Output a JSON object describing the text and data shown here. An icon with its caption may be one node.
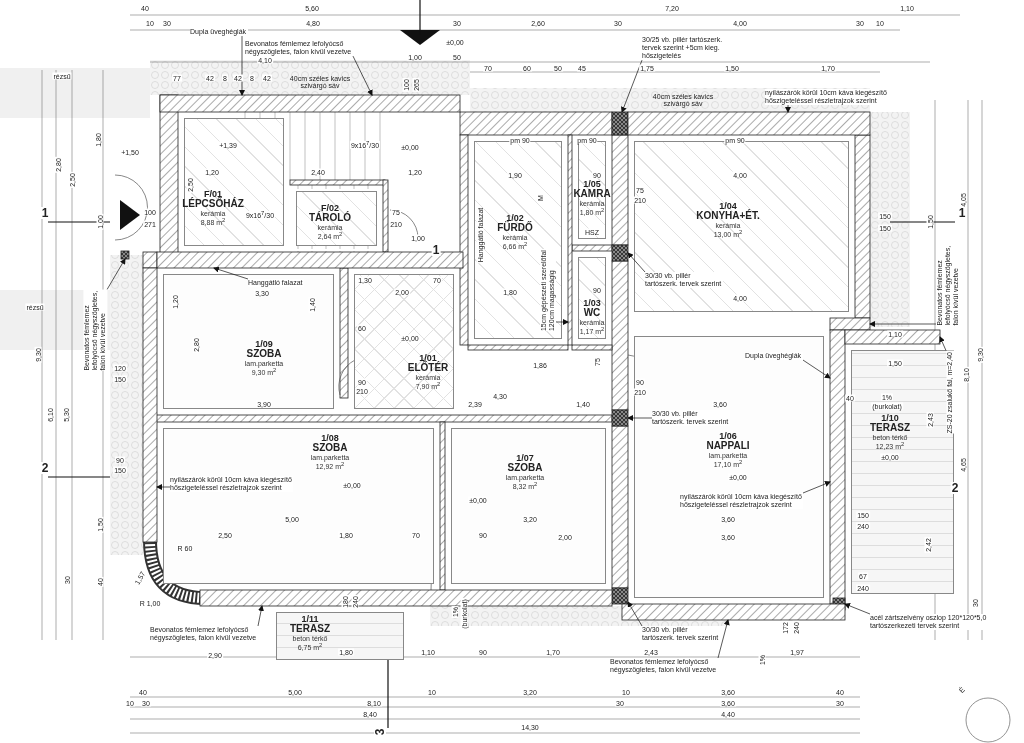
{
  "diagram": {
    "nodes": [
      {
        "text": [
          "F/01",
          "LÉPCSŐHÁZ",
          "kerámia",
          "8,88 m$^{2}$"
        ]
      },
      {
        "text": [
          "F/02",
          "TÁROLÓ",
          "kerámia",
          "2,64 m$^{2}$"
        ]
      },
      {
        "text": [
          "1/02",
          "FÜRDŐ",
          "kerámia",
          "6,66 m$^{2}$"
        ]
      },
      {
        "text": [
          "1/05",
          "KAMRA",
          "kerámia",
          "1,80 m$^{2}$"
        ]
      },
      {
        "text": [
          "1/04",
          "KONYHA+ÉT.",
          "kerámia",
          "13,00 m$^{2}$"
        ]
      },
      {
        "text": [
          "1/09",
          "SZOBA",
          "lam.parketta",
          "9,30 m$^{2}$"
        ]
      },
      {
        "text": [
          "1/01",
          "ELŐTÉR",
          "kerámia",
          "7,90 m$^{2}$"
        ]
      },
      {
        "text": [
          "1/03",
          "WC",
          "kerámia",
          "1,17 m$^{2}$"
        ]
      },
      {
        "text": [
          "1/06",
          "NAPPALI",
          "lam.parketta",
          "17,10 m$^{2}$"
        ]
      },
      {
        "text": [
          "1/10",
          "TERASZ",
          "beton térkő",
          "12,23 m$^{2}$"
        ]
      },
      {
        "text": [
          "1/08",
          "SZOBA",
          "lam.parketta",
          "12,92 m$^{2}$"
        ]
      },
      {
        "text": [
          "1/07",
          "SZOBA",
          "lam.parketta",
          "8,32 m$^{2}$"
        ]
      },
      {
        "text": [
          "1/11",
          "TERASZ",
          "beton térkő",
          "6,75 m$^{2}$"
        ]
      },
      {
        "text": [
          "Dupla üveghéglák"
        ]
      },
      {
        "text": [
          "Bevonatos fémlemez lefolyócső négyszögletes, falon kívül vezetve"
        ]
      },
      {
        "text": [
          "30/25 vb. pillér tartószerk. tervek szerint +5cm kieg. hőszigetelés"
        ]
      },
      {
        "text": [
          "nyílászárók körül 10cm káva kiegészítő hőszigeteléssel részletrajzok szerint"
        ]
      },
      {
        "text": [
          "Hanggátló falazat"
        ],
        "in": 5
      },
      {
        "text": [
          "Bevonatos fémlemez lefolyócső négyszögletes, falon kívül vezetve"
        ]
      },
      {
        "text": [
          "15cm gépészeti szerelőfal 120cm magasságig"
        ],
        "in": 2
      },
      {
        "text": [
          "30/30 vb. pillér tartószerk. tervek szerint"
        ],
        "in": 4
      },
      {
        "text": [
          "Bevonatos fémlemez lefolyócső négyszögletes, falon kívül vezetve"
        ]
      },
      {
        "text": [
          "Dupla üveghéglák"
        ],
        "in": 8
      },
      {
        "text": [
          "ZS-20 zsalukő fal, m=2,40"
        ],
        "in": 9
      },
      {
        "text": [
          "30/30 vb. pillér tartószerk. tervek szerint"
        ],
        "in": 8
      },
      {
        "text": [
          "nyílászárók körül 10cm káva kiegészítő hőszigeteléssel részletrajzok szerint"
        ],
        "in": 10
      },
      {
        "text": [
          "nyílászárók körül 10cm káva kiegészítő hőszigeteléssel részletrajzok szerint"
        ],
        "in": 8
      },
      {
        "text": [
          "acél zártszelvény oszlop 120*120*5,0 tartószerkezeti tervek szerint"
        ]
      },
      {
        "text": [
          "30/30 vb. pillér tartószerk. tervek szerint"
        ]
      },
      {
        "text": [
          "Bevonatos fémlemez lefolyócső négyszögletes, falon kívül vezetve"
        ]
      },
      {
        "text": [
          "Bevonatos fémlemez lefolyócső négyszögletes, falon kívül vezetve"
        ]
      },
      {
        "text": [],
        "shape": "bar"
      },
      {
        "text": [],
        "shape": "box"
      },
      {
        "text": [],
        "shape": "bar"
      },
      {
        "text": [],
        "shape": "bar"
      },
      {
        "text": [],
        "shape": "bar"
      },
      {
        "text": [],
        "shape": "box"
      },
      {
        "text": [],
        "shape": "bar"
      },
      {
        "text": [],
        "shape": "bar"
      },
      {
        "text": [],
        "shape": "bar"
      },
      {
        "text": [],
        "shape": "box"
      },
      {
        "text": [],
        "shape": "bar"
      },
      {
        "text": [],
        "shape": "box"
      },
      {
        "text": [],
        "shape": "box"
      },
      {
        "text": [],
        "shape": "bar"
      },
      {
        "text": [],
        "shape": "bar"
      },
      {
        "text": [],
        "shape": "box"
      }
    ],
    "edges": [
      {
        "from": 13,
        "to": 31,
        "arrow": "to"
      },
      {
        "from": 14,
        "to": 31,
        "arrow": "to"
      },
      {
        "from": 15,
        "to": 32,
        "arrow": "to"
      },
      {
        "from": 16,
        "to": 33,
        "arrow": "to"
      },
      {
        "from": 17,
        "to": 34,
        "arrow": "to"
      },
      {
        "from": 18,
        "to": 46,
        "arrow": "to"
      },
      {
        "from": 19,
        "to": 35,
        "arrow": "to"
      },
      {
        "from": 20,
        "to": 36,
        "arrow": "to"
      },
      {
        "from": 21,
        "to": 37,
        "arrow": "to"
      },
      {
        "from": 22,
        "to": 38,
        "arrow": "to"
      },
      {
        "from": 23,
        "to": 39,
        "arrow": "to"
      },
      {
        "from": 24,
        "to": 40,
        "arrow": "to"
      },
      {
        "from": 25,
        "to": 41,
        "arrow": "to"
      },
      {
        "from": 26,
        "to": 38,
        "arrow": "to"
      },
      {
        "from": 27,
        "to": 42,
        "arrow": "to"
      },
      {
        "from": 28,
        "to": 43,
        "arrow": "to"
      },
      {
        "from": 29,
        "to": 44,
        "arrow": "to"
      },
      {
        "from": 30,
        "to": 45,
        "arrow": "to"
      }
    ],
    "labels": [
      "40",
      "5,60",
      "7,20",
      "1,10",
      "10",
      "30",
      "4,80",
      "30",
      "2,60",
      "30",
      "4,00",
      "30",
      "10",
      "±0,00",
      "50",
      "4,10",
      "1,00",
      "70",
      "60",
      "50",
      "45",
      "1,75",
      "1,50",
      "1,70",
      "rézsű",
      "77",
      "42",
      "8",
      "42",
      "8",
      "42",
      "40cm széles kavics szivárgó sáv",
      "40cm széles kavics szivárgó sáv",
      "100",
      "265",
      "pm 90",
      "pm 90",
      "pm 90",
      "+1,50",
      "+1,39",
      "9x16$^{7}$/30",
      "±0,00",
      "1,80",
      "2,80",
      "2,50",
      "1,20",
      "2,40",
      "1,20",
      "1,90",
      "90",
      "4,00",
      "2,50",
      "1,00",
      "100",
      "271",
      "9x16$^{7}$/30",
      "75",
      "210",
      "75",
      "210",
      "M",
      "HSZ",
      "150",
      "150",
      "1,50",
      "4,05",
      "1",
      "1",
      "1,00",
      "1",
      "Hanggátló falazat",
      "rézsű",
      "1,30",
      "3,30",
      "2,00",
      "70",
      "1,80",
      "90",
      "4,00",
      "1,20",
      "1,40",
      "60",
      "±0,00",
      "1,10",
      "9,30",
      "2,80",
      "1,50",
      "120",
      "150",
      "90",
      "210",
      "1,86",
      "75",
      "90",
      "210",
      "9,30",
      "8,10",
      "3,90",
      "2,39",
      "4,30",
      "1,40",
      "3,60",
      "40",
      "1%",
      "(burkolat)",
      "6,10",
      "5,30",
      "2,43",
      "90",
      "150",
      "2",
      "±0,00",
      "2",
      "4,65",
      "±0,00",
      "±0,00",
      "±0,00",
      "1,50",
      "5,00",
      "3,20",
      "3,60",
      "150",
      "240",
      "2,42",
      "2,50",
      "1,80",
      "70",
      "90",
      "2,00",
      "3,60",
      "R 60",
      "67",
      "240",
      "1,57",
      "R 1,00",
      "30",
      "40",
      "30",
      "180",
      "240",
      "172",
      "240",
      "1%",
      "(burkolat)",
      "1%",
      "2,90",
      "1,80",
      "1,10",
      "90",
      "1,70",
      "2,43",
      "1,97",
      "40",
      "5,00",
      "10",
      "3,20",
      "10",
      "3,60",
      "40",
      "10",
      "30",
      "8,10",
      "30",
      "3,60",
      "30",
      "8,40",
      "4,40",
      "3",
      "14,30",
      "É"
    ]
  }
}
